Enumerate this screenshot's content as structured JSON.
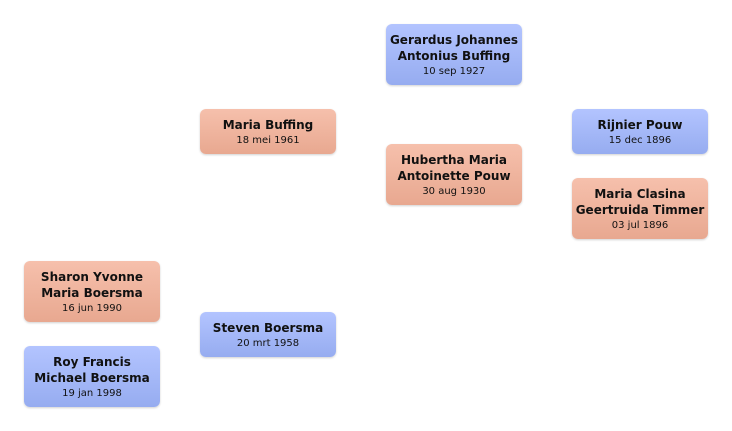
{
  "people": {
    "gerardus": {
      "name_line1": "Gerardus Johannes",
      "name_line2": "Antonius Buffing",
      "date": "10 sep 1927",
      "gender": "male"
    },
    "maria": {
      "name_line1": "Maria Buffing",
      "date": "18 mei 1961",
      "gender": "female"
    },
    "rijnier": {
      "name_line1": "Rijnier Pouw",
      "date": "15 dec 1896",
      "gender": "male"
    },
    "hubertha": {
      "name_line1": "Hubertha Maria",
      "name_line2": "Antoinette Pouw",
      "date": "30 aug 1930",
      "gender": "female"
    },
    "clasina": {
      "name_line1": "Maria Clasina",
      "name_line2": "Geertruida Timmer",
      "date": "03 jul 1896",
      "gender": "female"
    },
    "sharon": {
      "name_line1": "Sharon Yvonne",
      "name_line2": "Maria Boersma",
      "date": "16 jun 1990",
      "gender": "female"
    },
    "steven": {
      "name_line1": "Steven Boersma",
      "date": "20 mrt 1958",
      "gender": "male"
    },
    "roy": {
      "name_line1": "Roy Francis",
      "name_line2": "Michael Boersma",
      "date": "19 jan 1998",
      "gender": "male"
    }
  },
  "colors": {
    "male": "#a5b8f8",
    "female": "#efb49e"
  }
}
